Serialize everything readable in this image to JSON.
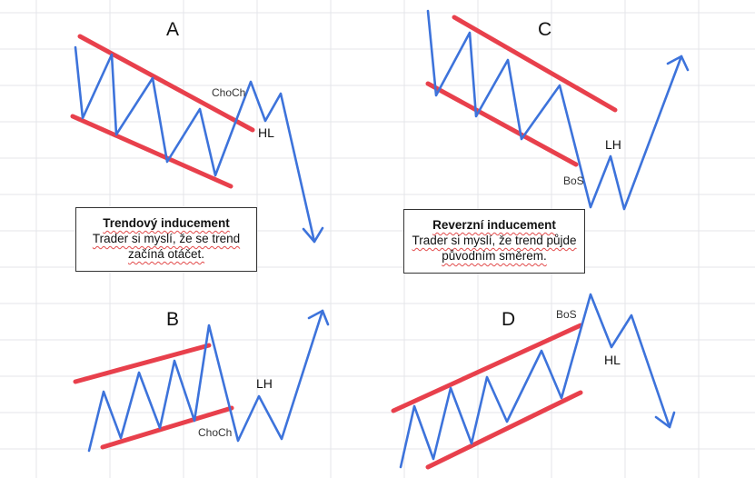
{
  "colors": {
    "trend_line": "#e8404c",
    "price_path": "#3d73db",
    "grid": "#e4e6ea"
  },
  "panels": [
    {
      "letter": "A",
      "labels": [
        "ChoCh",
        "HL"
      ]
    },
    {
      "letter": "C",
      "labels": [
        "LH",
        "BoS"
      ]
    },
    {
      "letter": "B",
      "labels": [
        "LH",
        "ChoCh"
      ]
    },
    {
      "letter": "D",
      "labels": [
        "BoS",
        "HL"
      ]
    }
  ],
  "boxes": [
    {
      "title": "Trendový inducement",
      "line1": "Trader si myslí, že se trend",
      "line2": "začíná otáčet."
    },
    {
      "title": "Reverzní inducement",
      "line1": "Trader si myslí, že trend půjde",
      "line2": "původním směrem."
    }
  ]
}
